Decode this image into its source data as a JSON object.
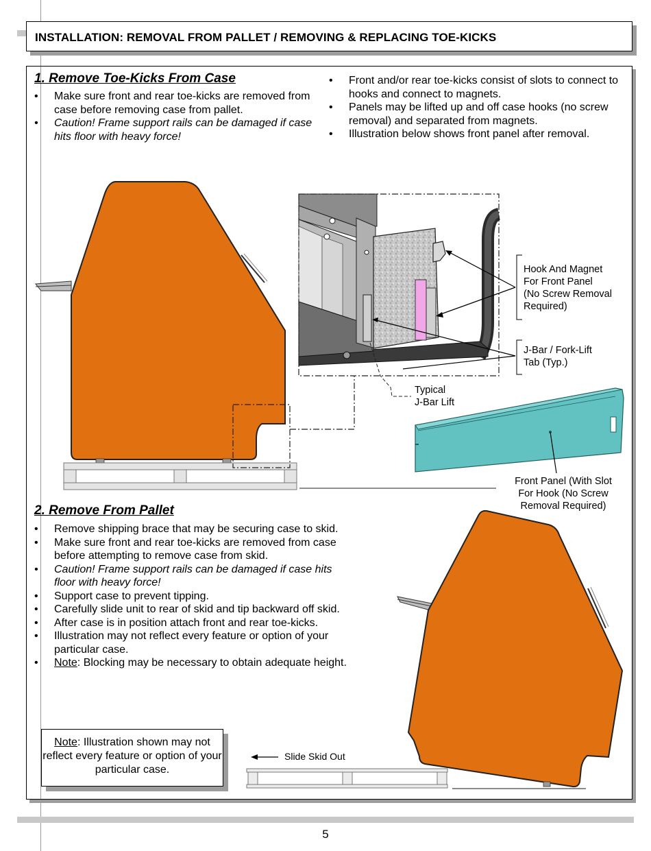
{
  "header": {
    "title": "INSTALLATION: REMOVAL FROM PALLET / REMOVING & REPLACING TOE-KICKS"
  },
  "section1": {
    "title": "1.  Remove Toe-Kicks From Case",
    "left_bullets": [
      "Make sure front and rear toe-kicks are removed from case before removing case from pallet.",
      "Caution!  Frame support rails can be damaged if case hits floor with heavy force!"
    ],
    "right_bullets": [
      "Front and/or rear toe-kicks consist of slots to connect to hooks and connect to magnets.",
      "Panels  may be lifted up and off case hooks (no screw removal) and separated from magnets.",
      "Illustration below shows front panel after removal."
    ]
  },
  "callouts": {
    "hook_magnet": [
      "Hook And Magnet",
      "For Front Panel",
      "(No Screw Removal",
      "Required)"
    ],
    "jbar_tab": [
      "J-Bar / Fork-Lift",
      "Tab (Typ.)"
    ],
    "typical_jbar": [
      "Typical",
      "J-Bar Lift"
    ],
    "front_panel": [
      "Front Panel (With Slot",
      "For Hook (No Screw",
      "Removal Required)"
    ],
    "slide_skid": "Slide Skid Out"
  },
  "section2": {
    "title": "2. Remove From Pallet",
    "bullets": [
      "Remove shipping brace that may be securing case to skid.",
      "Make sure front and rear toe-kicks are removed from case before attempting to remove case from skid.",
      "Caution!  Frame support rails can be damaged if case hits floor with heavy force!",
      "Support case to prevent tipping.",
      "Carefully slide unit to rear of skid and tip backward off skid.",
      "After case is in position attach front and rear toe-kicks.",
      "Illustration may not reflect every feature or option of your particular case."
    ],
    "note_bullet": {
      "label": "Note",
      "text": ": Blocking may be necessary to obtain adequate height."
    }
  },
  "note_box": {
    "label": "Note",
    "text": ": Illustration shown may not reflect every feature or option of your particular case."
  },
  "page_number": "5",
  "colors": {
    "case_orange": "#E07010",
    "panel_teal": "#62C2C2",
    "magnet_pink": "#F2A8E8",
    "shadow_gray": "#9C9C9C"
  }
}
